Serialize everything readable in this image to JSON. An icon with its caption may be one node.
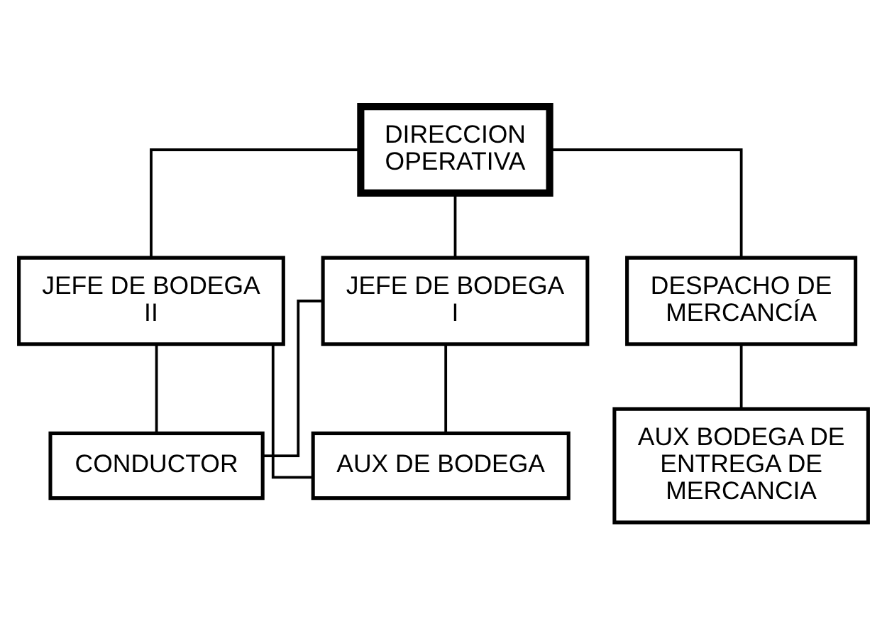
{
  "diagram": {
    "nodes": [
      {
        "text": [
          "DIRECCION OPERATIVA"
        ]
      },
      {
        "text": [
          "JEFE DE BODEGA I"
        ]
      },
      {
        "text": [
          "JEFE DE BODEGA II"
        ]
      },
      {
        "text": [
          "DESPACHO DE MERCANCÍA"
        ]
      },
      {
        "text": [
          "AUX DE BODEGA"
        ]
      },
      {
        "text": [
          "CONDUCTOR"
        ]
      },
      {
        "text": [
          "AUX BODEGA DE ENTREGA DE MERCANCIA"
        ]
      }
    ],
    "edges": [
      {
        "from": 0,
        "to": 1,
        "arrow": "none"
      },
      {
        "from": 0,
        "to": 2,
        "arrow": "none"
      },
      {
        "from": 0,
        "to": 3,
        "arrow": "none"
      },
      {
        "from": 1,
        "to": 4,
        "arrow": "none"
      },
      {
        "from": 1,
        "to": 5,
        "arrow": "none"
      },
      {
        "from": 2,
        "to": 4,
        "arrow": "none"
      },
      {
        "from": 2,
        "to": 5,
        "arrow": "none"
      },
      {
        "from": 3,
        "to": 6,
        "arrow": "none"
      }
    ]
  }
}
